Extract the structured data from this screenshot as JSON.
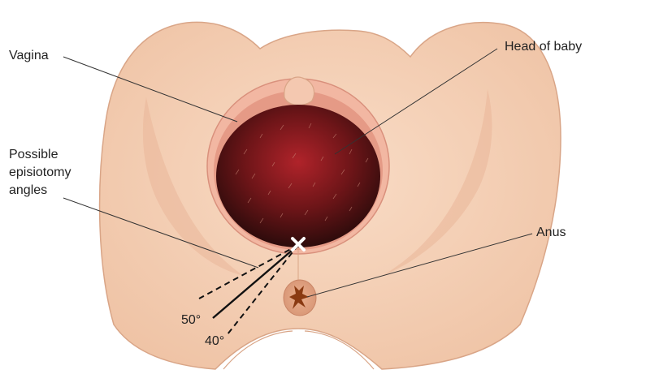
{
  "diagram": {
    "labels": {
      "vagina": "Vagina",
      "head_of_baby": "Head of baby",
      "episiotomy_line1": "Possible",
      "episiotomy_line2": "episiotomy",
      "episiotomy_line3": "angles",
      "anus": "Anus",
      "angle_50": "50°",
      "angle_40": "40°"
    },
    "colors": {
      "skin": "#f6d2b8",
      "skin_shadow": "#e7b396",
      "head_dark": "#3a0f0f",
      "head_light": "#9e1d22",
      "anus": "#8a3a12",
      "leader_line": "#333333"
    }
  }
}
